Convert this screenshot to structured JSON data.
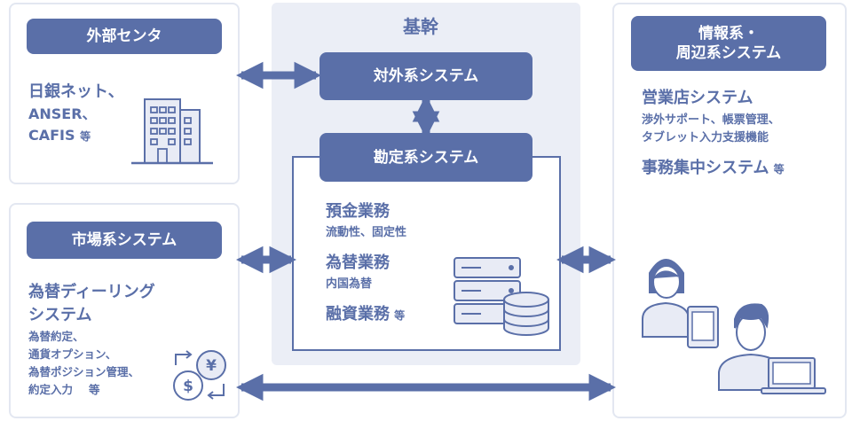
{
  "colors": {
    "navy": "#5a6fa8",
    "panel_border": "#e3e7f1",
    "core_bg": "#ebeef6",
    "icon_fill": "#e8ebf5",
    "white": "#ffffff"
  },
  "left_top": {
    "title": "外部センタ",
    "line1": "日銀ネット、",
    "line2": "ANSER、",
    "line3_main": "CAFIS",
    "line3_suffix": "等",
    "icon": "office-building-icon"
  },
  "left_bottom": {
    "title": "市場系システム",
    "heading": "為替ディーリング\nシステム",
    "details": "為替約定、\n通貨オプション、\n為替ポジション管理、\n約定入力",
    "details_suffix": "等",
    "icon": "currency-exchange-icon"
  },
  "core": {
    "title": "基幹",
    "external_system": "対外系システム",
    "accounting_system": "勘定系システム",
    "items": [
      {
        "name": "預金業務",
        "detail": "流動性、固定性"
      },
      {
        "name": "為替業務",
        "detail": "内国為替"
      },
      {
        "name": "融資業務",
        "suffix": "等"
      }
    ],
    "icon": "server-database-icon"
  },
  "right": {
    "title": "情報系・\n周辺系システム",
    "branch_system": "営業店システム",
    "branch_detail": "渉外サポート、帳票管理、\nタブレット入力支援機能",
    "office_system": "事務集中システム",
    "office_suffix": "等",
    "icon": "users-devices-icon"
  }
}
